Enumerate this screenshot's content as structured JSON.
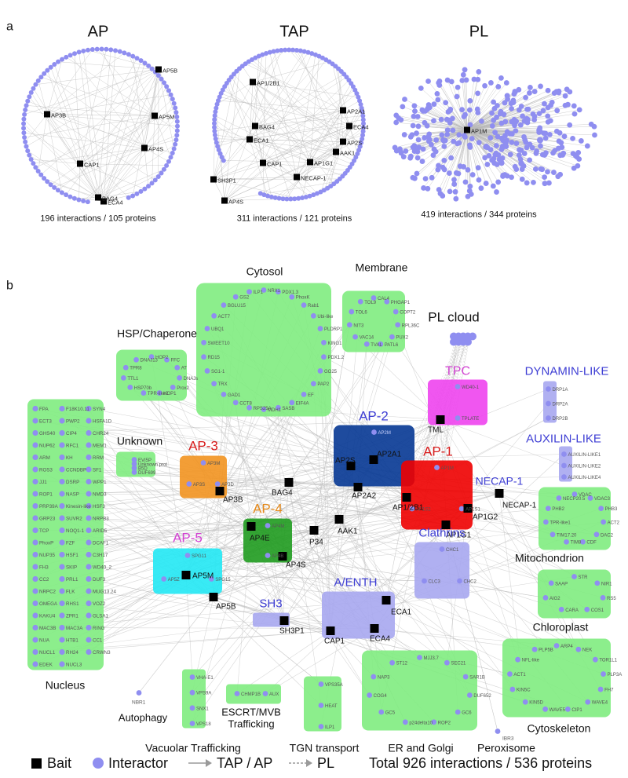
{
  "colors": {
    "edge": "#b9b9b9",
    "interactor": "#8f8ef0",
    "bait": "#000000",
    "category": "#7fec7f",
    "ap1": "#ee0000",
    "ap2": "#063794",
    "ap3": "#f29320",
    "ap4": "#1f9b1f",
    "ap5": "#22e8f4",
    "tpc": "#ee44ee",
    "bluebox": "#a7a7ef",
    "label_blue": "#3e3ed4",
    "label_magenta": "#d243d2",
    "label_red": "#d81b1b",
    "label_orange": "#e58a1b"
  },
  "panel_a": {
    "letter": "a",
    "networks": [
      {
        "title": "AP",
        "summary": "196 interactions / 105 proteins",
        "baits": [
          "AP5B",
          "AP3B",
          "AP5M",
          "AP4S",
          "CAP1",
          "BAG4",
          "ECA4"
        ]
      },
      {
        "title": "TAP",
        "summary": "311 interactions / 121 proteins",
        "baits": [
          "AP1/2B1",
          "AP2A1",
          "ECA4",
          "AP2S",
          "AAK1",
          "BAG4",
          "ECA1",
          "CAP1",
          "NECAP-1",
          "AP1G1",
          "SH3P1",
          "AP4S"
        ]
      },
      {
        "title": "PL",
        "summary": "419 interactions / 344 proteins",
        "baits": [
          "AP1M"
        ]
      }
    ]
  },
  "panel_b": {
    "letter": "b",
    "groups": {
      "cytosol": {
        "label": "Cytosol",
        "members": [
          "NRX1",
          "PDX1.3",
          "PhoxK",
          "Rab1",
          "Ubi-like",
          "PLDRP1",
          "KING1",
          "PDX1.2",
          "GO25",
          "PAP2",
          "EF",
          "EIF4A",
          "SASB",
          "MDH1",
          "RPS25A",
          "CCT8",
          "GAD1",
          "TRX",
          "SG1-1",
          "RD15",
          "SWEET10",
          "UBQ1",
          "ACT7",
          "BGLU15",
          "GS2",
          "ILP1"
        ]
      },
      "membrane": {
        "label": "Membrane",
        "members": [
          "CAL4",
          "PHGAP1",
          "COPT2",
          "RPL36C",
          "PUX2",
          "PATL6",
          "TVAL",
          "VAC14",
          "NIT3",
          "TOL6",
          "TOL9"
        ]
      },
      "hsp": {
        "label": "HSP/Chaperone",
        "members": [
          "HOP2",
          "FFC",
          "AT",
          "DNAJs",
          "Prox2",
          "HOP1",
          "TPR-like2",
          "HSP70b",
          "TTL1",
          "TPR8",
          "DNAJ13"
        ]
      },
      "unknown": {
        "label": "Unknown",
        "members": [
          "EVI5P",
          "Unknown prot",
          "B5D",
          "DUF699"
        ]
      },
      "nucleus": {
        "label": "Nucleus",
        "members": [
          "FPA",
          "F18K10.11",
          "SYN4",
          "ECT3",
          "PWP2",
          "HSFA1D",
          "GHS40",
          "CIP4",
          "CHR24",
          "NUP62",
          "RFC1",
          "MEM1",
          "ARM",
          "KH",
          "RRM",
          "ROS3",
          "CCNDBP",
          "SF1",
          "JJ1",
          "DSRP",
          "WPP1",
          "ROP1",
          "NASP",
          "NMD3",
          "PRP39A",
          "Kinesin-like",
          "HSF3",
          "GRP23",
          "SUVR2",
          "NRPB3",
          "TCP",
          "NOQ1-1",
          "ARID5",
          "PhoxP",
          "FZF",
          "DCAF1",
          "NUP35",
          "HSF1",
          "C3H17",
          "FH3",
          "SKIP",
          "WD40_2",
          "CC2",
          "PRL1",
          "DUF3",
          "NRPC2",
          "FLK",
          "MUG13.24",
          "OMEGA",
          "RHS1",
          "VOZ2",
          "KAKU4",
          "ZPR1",
          "GLSA1",
          "MAC3B",
          "MAC3A",
          "RING",
          "NUA",
          "HTB1",
          "CC1",
          "NUCL1",
          "RH24",
          "CRWN3",
          "EDEK",
          "NUCL3"
        ]
      },
      "mitochondrion": {
        "label": "Mitochondrion",
        "members": [
          "VDAC",
          "VDAC3",
          "PHB3",
          "ACT2",
          "DAC2",
          "CDF",
          "TIM8",
          "TIM17.20",
          "TPR-like1",
          "PHB2",
          "NECP20.5"
        ]
      },
      "chloroplast": {
        "label": "Chloroplast",
        "members": [
          "STR",
          "NIR1",
          "RS5",
          "COS1",
          "CARA",
          "AIG2",
          "SAAP"
        ]
      },
      "cytoskeleton": {
        "label": "Cytoskeleton",
        "members": [
          "ARP4",
          "NEK",
          "TOR1L1",
          "PLP3A",
          "FH7",
          "WAVE4",
          "CIP1",
          "WAVE5",
          "KIN5D",
          "KIN5C",
          "ACT1",
          "NFL-like",
          "PLP5B"
        ]
      },
      "erg": {
        "label": "ER and Golgi",
        "members": [
          "MJJ3.7",
          "SEC21",
          "SAR1B",
          "DUF652",
          "GC6",
          "ROP2",
          "p24delta10",
          "GC5",
          "COG4",
          "NAP3",
          "ST12"
        ]
      },
      "tgn": {
        "label": "TGN transport",
        "members": [
          "VPS35A",
          "HEAT",
          "ILP1"
        ]
      },
      "escrt": {
        "label": "ESCRT/MVB\nTrafficking",
        "members": [
          "CHMP1B",
          "AUX"
        ]
      },
      "vacuolar": {
        "label": "Vacuolar Trafficking",
        "members": [
          "VHA-E1",
          "VPS9A",
          "SNX1",
          "VPS18"
        ]
      },
      "ap3": {
        "label": "AP-3",
        "members": [
          "AP3M",
          "AP3D",
          "AP3S"
        ],
        "baits": [
          "AP3B"
        ]
      },
      "ap4": {
        "label": "AP-4",
        "members": [
          "AP4M",
          "AP4B"
        ],
        "baits": [
          "AP4E",
          "AP4S"
        ]
      },
      "ap5": {
        "label": "AP-5",
        "members": [
          "SPG11",
          "SPG15",
          "AP5Z"
        ],
        "baits": [
          "AP5M",
          "AP5B"
        ]
      },
      "ap2": {
        "label": "AP-2",
        "members": [
          "AP2M"
        ],
        "baits": [
          "AP2S",
          "AP2A1",
          "AP2A2"
        ]
      },
      "ap1": {
        "label": "AP-1",
        "members": [
          "AP1M",
          "AP1S1",
          "AP1S2"
        ],
        "baits": [
          "AP1/2B1",
          "AP1G2",
          "AP1G1"
        ]
      },
      "tpc": {
        "label": "TPC",
        "members": [
          "WD40-1",
          "TPLATE"
        ],
        "baits": [
          "TML"
        ]
      },
      "dynamin": {
        "label": "DYNAMIN-LIKE",
        "members": [
          "DRP1A",
          "DRP2A",
          "DRP2B"
        ]
      },
      "auxilin": {
        "label": "AUXILIN-LIKE",
        "members": [
          "AUXILIN-LIKE1",
          "AUXILIN-LIKE2",
          "AUXILIN-LIKE4"
        ]
      },
      "necap": {
        "label": "NECAP-1",
        "baits": [
          "NECAP-1"
        ]
      },
      "clathrins": {
        "label": "Clathrins",
        "members": [
          "CHC1",
          "CHC2",
          "CLC3"
        ]
      },
      "aenth": {
        "label": "A/ENTH",
        "baits": [
          "ECA1",
          "CAP1",
          "ECA4"
        ]
      },
      "sh3": {
        "label": "SH3",
        "baits": [
          "SH3P1"
        ]
      },
      "plcloud": {
        "label": "PL cloud"
      }
    },
    "loose_baits": [
      "BAG4",
      "AAK1",
      "P34"
    ],
    "other_labels": {
      "autophagy": "Autophagy",
      "nbr1": "NBR1",
      "peroxisome": "Peroxisome",
      "ibr3": "IBR3"
    }
  },
  "legend": {
    "bait": "Bait",
    "interactor": "Interactor",
    "tap_ap": "TAP / AP",
    "pl": "PL",
    "total": "Total 926 interactions / 536 proteins"
  }
}
